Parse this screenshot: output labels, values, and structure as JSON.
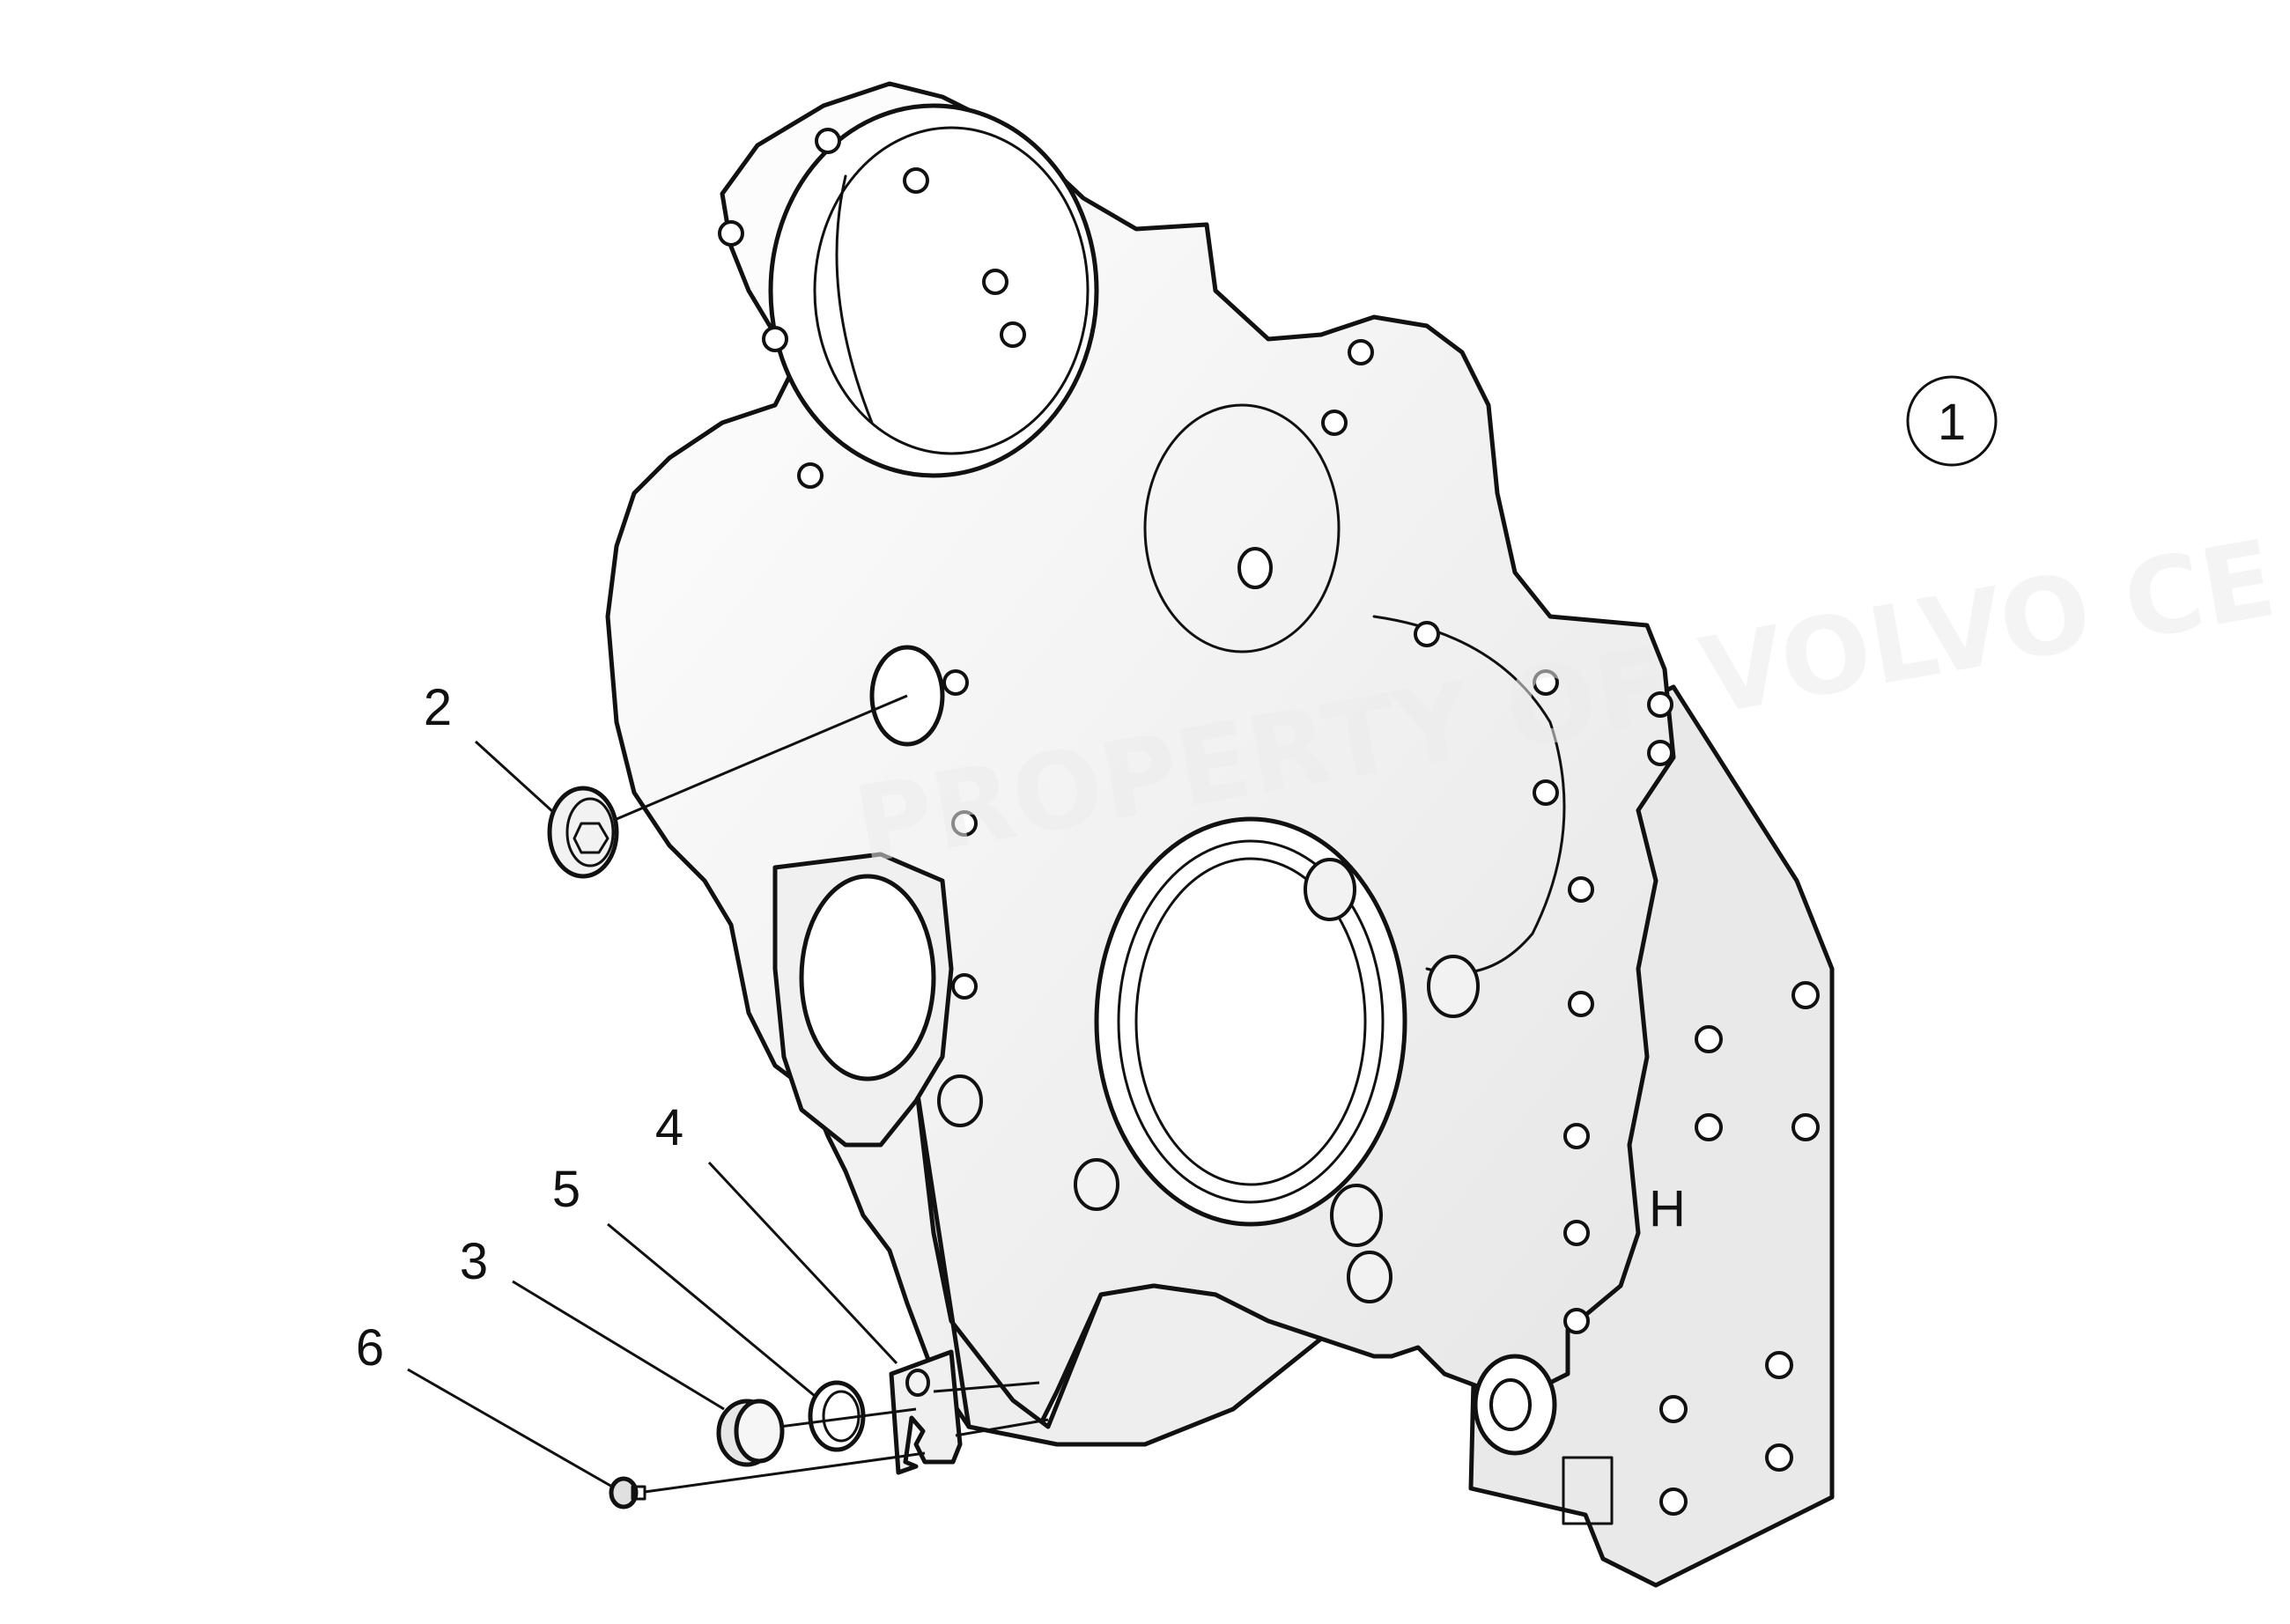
{
  "diagram": {
    "type": "exploded-parts-view",
    "colors": {
      "line": "#111111",
      "fill": "#f4f4f4",
      "background": "#ffffff"
    },
    "callouts": [
      {
        "id": "1",
        "label": "1",
        "encircled": true
      },
      {
        "id": "2",
        "label": "2"
      },
      {
        "id": "3",
        "label": "3"
      },
      {
        "id": "4",
        "label": "4"
      },
      {
        "id": "5",
        "label": "5"
      },
      {
        "id": "6",
        "label": "6"
      }
    ],
    "parts": [
      {
        "callout": "1",
        "name": "housing"
      },
      {
        "callout": "2",
        "name": "plug"
      },
      {
        "callout": "3",
        "name": "cap"
      },
      {
        "callout": "4",
        "name": "bracket"
      },
      {
        "callout": "5",
        "name": "seal ring"
      },
      {
        "callout": "6",
        "name": "screw"
      }
    ],
    "embossed_marks": [
      "H"
    ],
    "watermark": "PROPERTY OF VOLVO CE"
  }
}
